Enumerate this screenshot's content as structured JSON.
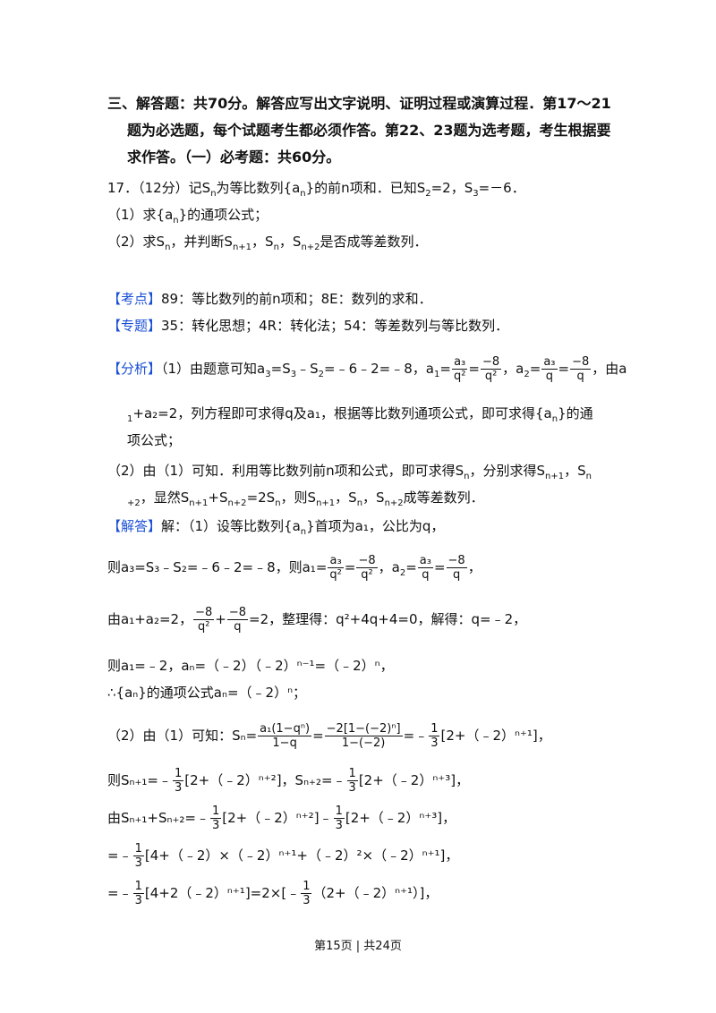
{
  "section": {
    "line1": "三、解答题：共70分。解答应写出文字说明、证明过程或演算过程．第17～21",
    "line2": "题为必选题，每个试题考生都必须作答。第22、23题为选考题，考生根据要",
    "line3": "求作答。（一）必考题：共60分。"
  },
  "problem": {
    "title": "17．（12分）记S",
    "title_mid": "为等比数列{a",
    "title_end": "}的前n项和．已知S",
    "title_s": "=2，S",
    "title_tail": "=－6．",
    "q1": "（1）求{a",
    "q1_end": "}的通项公式；",
    "q2": "（2）求S",
    "q2_mid": "，并判断S",
    "q2_end": "是否成等差数列．"
  },
  "tags": {
    "kaodian": "【考点】",
    "kaodian_text": "89：等比数列的前n项和；8E：数列的求和．",
    "zhuanti": "【专题】",
    "zhuanti_text": "35：转化思想；4R：转化法；54：等差数列与等比数列．",
    "fenxi": "【分析】",
    "jieda": "【解答】"
  },
  "analysis": {
    "l1a": "（1）由题意可知a",
    "l1b": "=S",
    "l1c": "﹣S",
    "l1d": "=﹣6﹣2=﹣8，a",
    "l1e": "由a",
    "l2": "+a₂=2，列方程即可求得q及a₁，根据等比数列通项公式，即可求得{a",
    "l2end": "}的通",
    "l3": "项公式；",
    "l4": "（2）由（1）可知．利用等比数列前n项和公式，即可求得S",
    "l4b": "，分别求得S",
    "l4c": "，S",
    "l5": "，显然S",
    "l5b": "=2S",
    "l5c": "，则S",
    "l5d": "成等差数列．"
  },
  "solution": {
    "s1": "解：（1）设等比数列{a",
    "s1b": "}首项为a₁，公比为q，",
    "s2a": "则a₃=S₃﹣S₂=﹣6﹣2=﹣8，则a₁=",
    "s3a": "由a₁+a₂=2，",
    "s3b": "=2，整理得：q²+4q+4=0，解得：q=﹣2，",
    "s4": "则a₁=﹣2，aₙ=（﹣2）（﹣2）ⁿ⁻¹=（﹣2）ⁿ，",
    "s5": "∴{aₙ}的通项公式aₙ=（﹣2）ⁿ；",
    "s6a": "（2）由（1）可知：Sₙ=",
    "s6b": "=﹣",
    "s6c": "[2+（﹣2）ⁿ⁺¹]，",
    "s7a": "则Sₙ₊₁=﹣",
    "s7b": "[2+（﹣2）ⁿ⁺²]，Sₙ₊₂=﹣",
    "s7c": "[2+（﹣2）ⁿ⁺³]，",
    "s8a": "由Sₙ₊₁+Sₙ₊₂=﹣",
    "s8b": "[2+（﹣2）ⁿ⁺²]﹣",
    "s8c": "[2+（﹣2）ⁿ⁺³]，",
    "s9a": "=﹣",
    "s9b": "[4+（﹣2）×（﹣2）ⁿ⁺¹+（﹣2）²×（﹣2）ⁿ⁺¹]，",
    "s10a": "=﹣",
    "s10b": "[4+2（﹣2）ⁿ⁺¹]=2×[﹣",
    "s10c": "（2+（﹣2）ⁿ⁺¹）]，"
  },
  "fractions": {
    "a3": "a₃",
    "m8": "−8",
    "q2": "q²",
    "q": "q",
    "one": "1",
    "three": "3",
    "sn_num1": "a₁(1−qⁿ)",
    "sn_den1": "1−q",
    "sn_num2": "−2[1−(−2)ⁿ]",
    "sn_den2": "1−(−2)"
  },
  "footer": "第15页 | 共24页"
}
